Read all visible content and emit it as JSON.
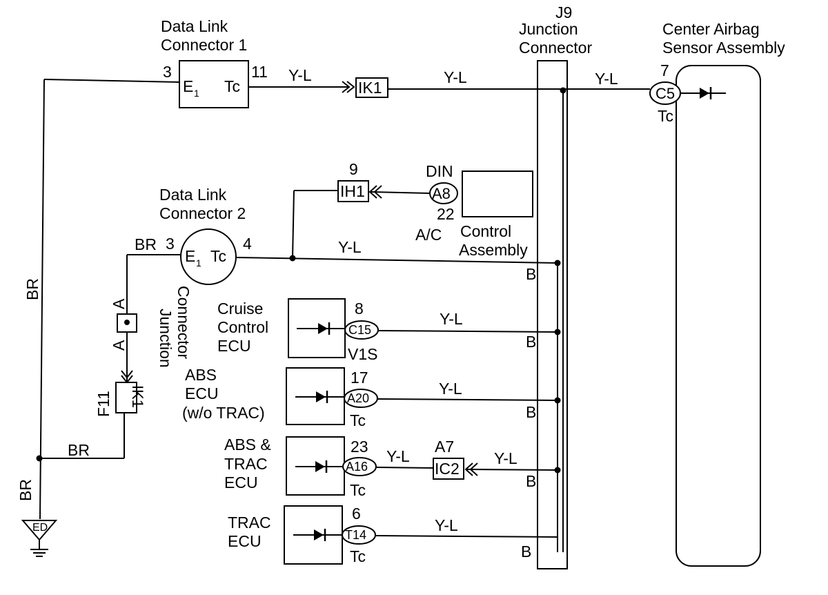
{
  "components": {
    "dlc1": {
      "title_line1": "Data Link",
      "title_line2": "Connector 1",
      "pin_left": "3",
      "pin_right": "11",
      "term_e": "E",
      "term_e_sub": "1",
      "term_tc": "Tc"
    },
    "dlc2": {
      "title_line1": "Data Link",
      "title_line2": "Connector 2",
      "pin_left": "3",
      "pin_right": "4",
      "term_e": "E",
      "term_e_sub": "1",
      "term_tc": "Tc"
    },
    "j9": {
      "line1": "J9",
      "line2": "Junction",
      "line3": "Connector"
    },
    "airbag": {
      "line1": "Center Airbag",
      "line2": "Sensor Assembly",
      "connector": "C5",
      "pin": "7",
      "terminal": "Tc"
    },
    "ac": {
      "connector": "A8",
      "pin_top": "DIN",
      "pin_bottom": "22",
      "label_line1": "A/C",
      "label_line1b": "Control",
      "label_line2": "Assembly"
    },
    "cruise": {
      "line1": "Cruise",
      "line2": "Control",
      "line3": "ECU",
      "connector": "C15",
      "pin": "8",
      "terminal": "V1S"
    },
    "abs": {
      "line1": "ABS",
      "line2": "ECU",
      "line3": "(w/o TRAC)",
      "connector": "A20",
      "pin": "17",
      "terminal": "Tc"
    },
    "abs_trac": {
      "line1": "ABS &",
      "line2": "TRAC",
      "line3": "ECU",
      "connector": "A16",
      "pin": "23",
      "terminal": "Tc"
    },
    "trac": {
      "line1": "TRAC",
      "line2": "ECU",
      "connector": "T14",
      "pin": "6",
      "terminal": "Tc"
    },
    "junction_connector": {
      "line1": "Junction",
      "line2": "Connector",
      "pin_top": "A",
      "pin_bottom": "A"
    },
    "ground": {
      "label": "ED"
    }
  },
  "connectors": {
    "ik1_top": "IK1",
    "ih1": "IH1",
    "ih1_pin": "9",
    "ik1_left": "IK1",
    "ik1_left_pin": "F11",
    "ic2": "IC2",
    "ic2_pin": "A7"
  },
  "wires": {
    "yl": "Y-L",
    "br": "BR",
    "b": "B"
  }
}
